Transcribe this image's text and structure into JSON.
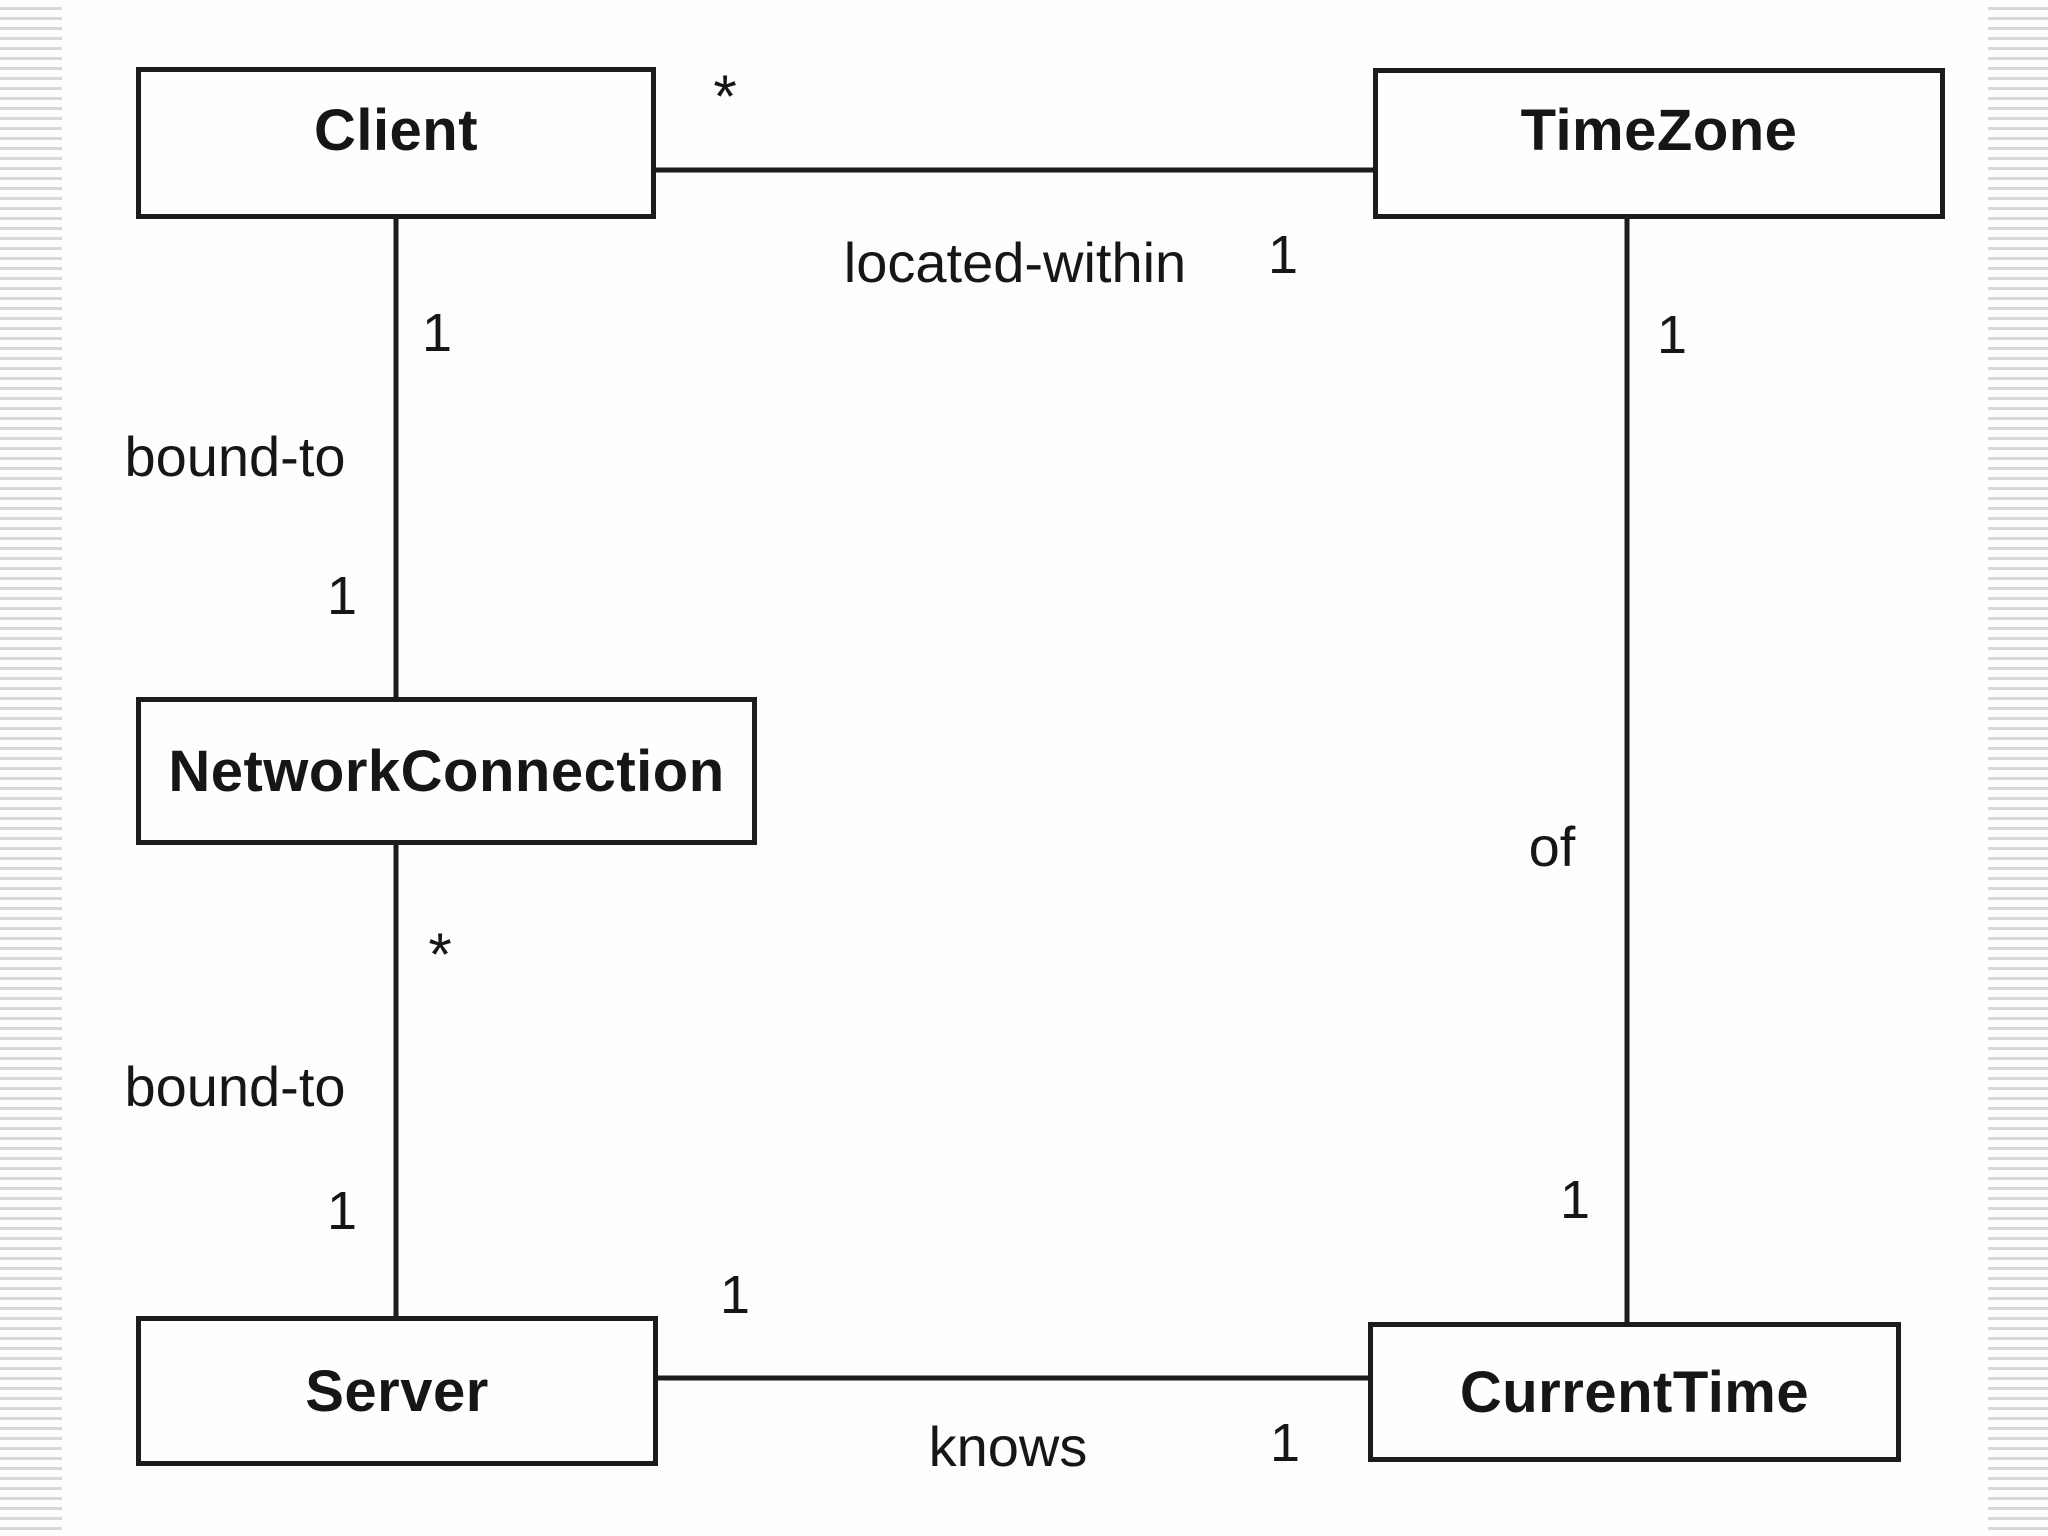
{
  "diagram": {
    "kind": "uml-class-diagram",
    "colors": {
      "background": "#fdfdfd",
      "line": "#1c1c1c",
      "stripe": "#d8d8d8"
    },
    "entities": {
      "client": {
        "name": "Client"
      },
      "timezone": {
        "name": "TimeZone"
      },
      "network_connection": {
        "name": "NetworkConnection"
      },
      "server": {
        "name": "Server"
      },
      "current_time": {
        "name": "CurrentTime"
      }
    },
    "associations": {
      "located_within": {
        "label": "located-within",
        "client_mult": "*",
        "timezone_mult": "1"
      },
      "bound_to_client": {
        "label": "bound-to",
        "client_mult": "1",
        "connection_mult": "1"
      },
      "bound_to_server": {
        "label": "bound-to",
        "connection_mult": "*",
        "server_mult": "1"
      },
      "of": {
        "label": "of",
        "timezone_mult": "1",
        "currenttime_mult": "1"
      },
      "knows": {
        "label": "knows",
        "server_mult": "1",
        "currenttime_mult": "1"
      }
    }
  }
}
